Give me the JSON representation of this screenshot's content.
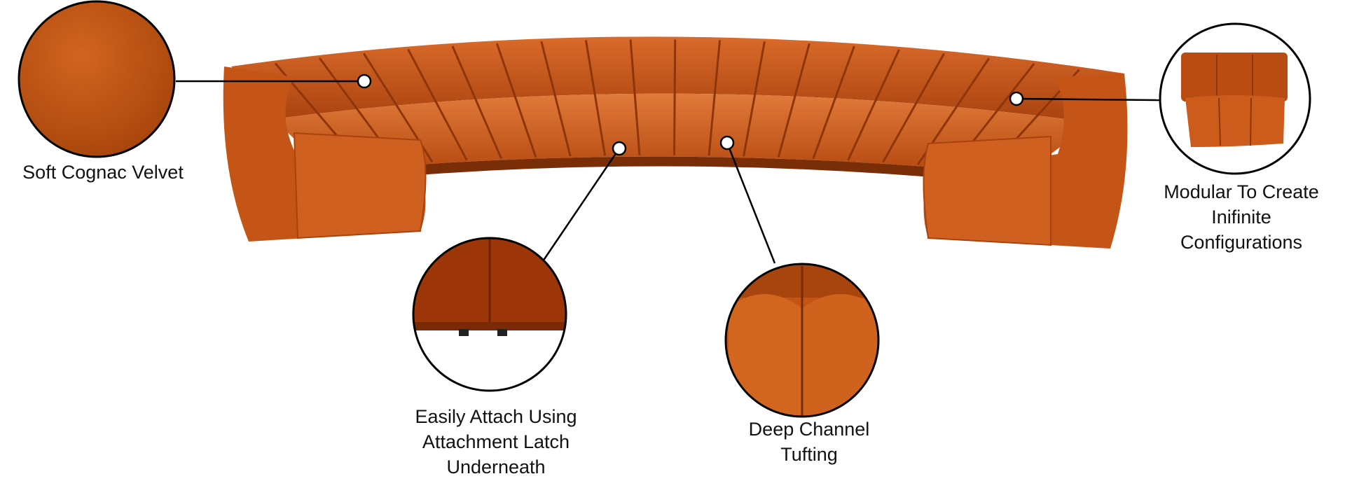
{
  "callouts": {
    "velvet": {
      "label": "Soft Cognac Velvet"
    },
    "modular": {
      "lines": [
        "Modular To Create",
        "Inifinite",
        "Configurations"
      ]
    },
    "latch": {
      "lines": [
        "Easily Attach Using",
        "Attachment Latch",
        "Underneath"
      ]
    },
    "tufting": {
      "lines": [
        "Deep Channel",
        "Tufting"
      ]
    }
  },
  "colors": {
    "velvet": "#c8571a",
    "velvet_dark": "#9a3a0c",
    "velvet_light": "#e07a3a",
    "line": "#000000"
  }
}
